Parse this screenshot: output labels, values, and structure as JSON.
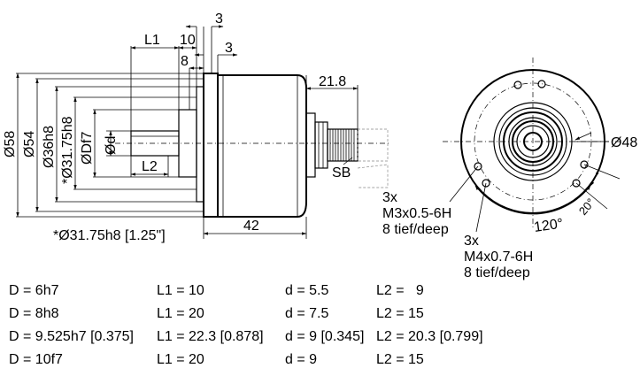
{
  "side_view": {
    "dims": {
      "L1": "L1",
      "ten": "10",
      "three_top": "3",
      "eight": "8",
      "three_mid": "3",
      "len_21_8": "21.8",
      "phi58": "Ø58",
      "phi54": "Ø54",
      "phi36": "Ø36h8",
      "phi3175": "*Ø31.75h8",
      "phiD": "ØDf7",
      "phid": "Ød",
      "L2": "L2",
      "SB": "SB",
      "len_42": "42"
    },
    "note": "*Ø31.75h8 [1.25\"]"
  },
  "front_view": {
    "phi48": "Ø48",
    "angle_120": "120°",
    "angle_20": "20°",
    "holes_m3": [
      "3x",
      "M3x0.5-6H",
      "8 tief/deep"
    ],
    "holes_m4": [
      "3x",
      "M4x0.7-6H",
      "8 tief/deep"
    ]
  },
  "spec_table": {
    "rows": [
      [
        "D = 6h7",
        "L1 = 10",
        "d = 5.5",
        "L2 =   9"
      ],
      [
        "D = 8h8",
        "L1 = 20",
        "d = 7.5",
        "L2 = 15"
      ],
      [
        "D = 9.525h7 [0.375]",
        "L1 = 22.3 [0.878]",
        "d = 9 [0.345]",
        "L2 = 20.3 [0.799]"
      ],
      [
        "D = 10f7",
        "L1 = 20",
        "d = 9",
        "L2 = 15"
      ]
    ]
  }
}
